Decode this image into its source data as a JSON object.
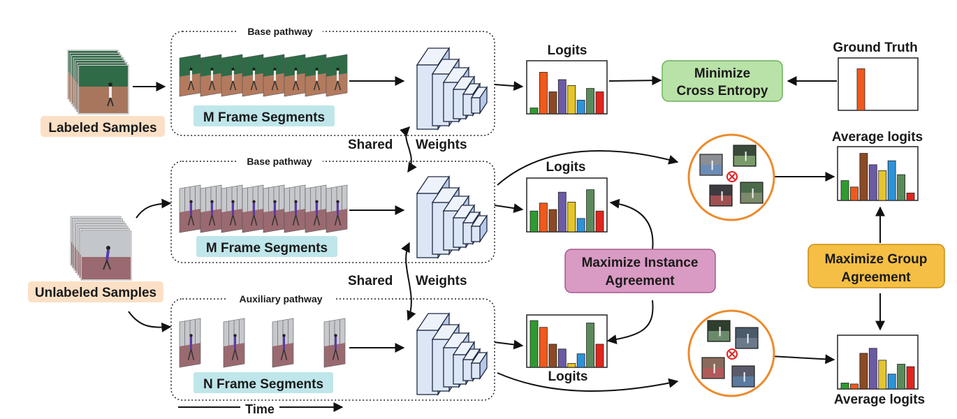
{
  "pathways": {
    "base_top": "Base pathway",
    "base_mid": "Base pathway",
    "aux": "Auxiliary pathway"
  },
  "segments": {
    "top": "M Frame Segments",
    "mid": "M Frame Segments",
    "bot": "N Frame Segments"
  },
  "samples": {
    "labeled": "Labeled Samples",
    "unlabeled": "Unlabeled Samples"
  },
  "shared": {
    "a_left": "Shared",
    "a_right": "Weights",
    "b_left": "Shared",
    "b_right": "Weights"
  },
  "logits": {
    "top": "Logits",
    "mid": "Logits",
    "bot": "Logits"
  },
  "ground_truth": "Ground Truth",
  "average_logits": {
    "top": "Average logits",
    "bot": "Average logits"
  },
  "boxes": {
    "cross_entropy": [
      "Minimize",
      "Cross Entropy"
    ],
    "instance": [
      "Maximize Instance",
      "Agreement"
    ],
    "group": [
      "Maximize Group",
      "Agreement"
    ]
  },
  "time": "Time",
  "colors": {
    "cross_entropy_fill": "#b9e2a8",
    "instance_fill": "#d99ac4",
    "group_fill": "#f5bf45",
    "segment_fill": "#bfe6ea",
    "sample_fill": "#fbe0c6",
    "circle_stroke": "#ec8a2c",
    "cnn_fill": "#dde6f6",
    "bars": [
      "#2f9a2f",
      "#ef5a1c",
      "#8c4a24",
      "#6c5ba4",
      "#e4c52c",
      "#2e92d8",
      "#5a8a5a",
      "#e0261e"
    ]
  },
  "icons": {
    "cnn": "cnn-stack-icon",
    "bar_chart": "bar-chart-icon",
    "no_agreement": "cross-circle-icon",
    "video_frames": "video-frame-stack"
  },
  "charts": {
    "logits_top": [
      0.12,
      0.85,
      0.45,
      0.7,
      0.58,
      0.28,
      0.52,
      0.45
    ],
    "logits_mid": [
      0.42,
      0.58,
      0.45,
      0.8,
      0.6,
      0.27,
      0.85,
      0.42
    ],
    "logits_bot": [
      0.97,
      0.83,
      0.48,
      0.38,
      0.08,
      0.28,
      0.92,
      0.48
    ],
    "ground_truth": [
      0,
      0.85,
      0,
      0,
      0,
      0,
      0,
      0
    ],
    "avg_top": [
      0.4,
      0.27,
      0.95,
      0.72,
      0.6,
      0.8,
      0.52,
      0.15
    ],
    "avg_bot": [
      0.12,
      0.1,
      0.72,
      0.82,
      0.58,
      0.3,
      0.5,
      0.45
    ]
  }
}
